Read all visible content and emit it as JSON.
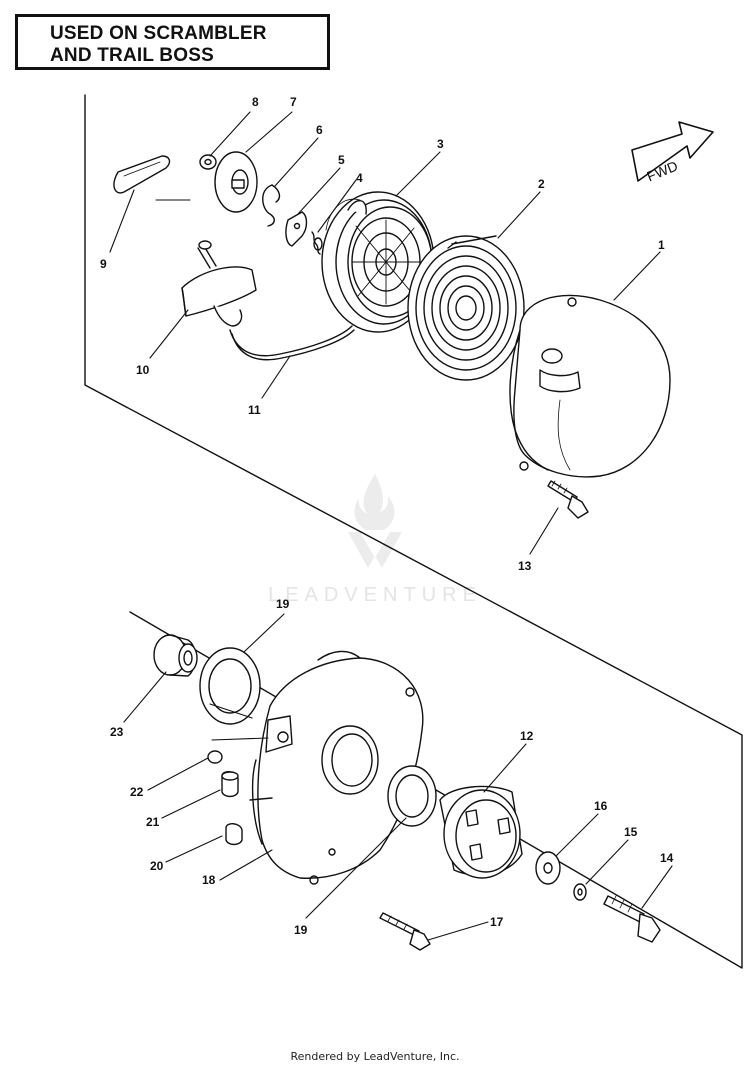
{
  "header": {
    "line1": "USED ON SCRAMBLER",
    "line2": "AND TRAIL BOSS"
  },
  "fwd_label": "FWD",
  "watermark": {
    "text": "LEADVENTURE"
  },
  "footer": {
    "text": "Rendered by LeadVenture, Inc."
  },
  "callouts": {
    "c1": "1",
    "c2": "2",
    "c3": "3",
    "c4": "4",
    "c5": "5",
    "c6": "6",
    "c7": "7",
    "c8": "8",
    "c9": "9",
    "c10": "10",
    "c11": "11",
    "c12": "12",
    "c13": "13",
    "c14": "14",
    "c15": "15",
    "c16": "16",
    "c17": "17",
    "c18": "18",
    "c19a": "19",
    "c19b": "19",
    "c20": "20",
    "c21": "21",
    "c22": "22",
    "c23": "23"
  }
}
